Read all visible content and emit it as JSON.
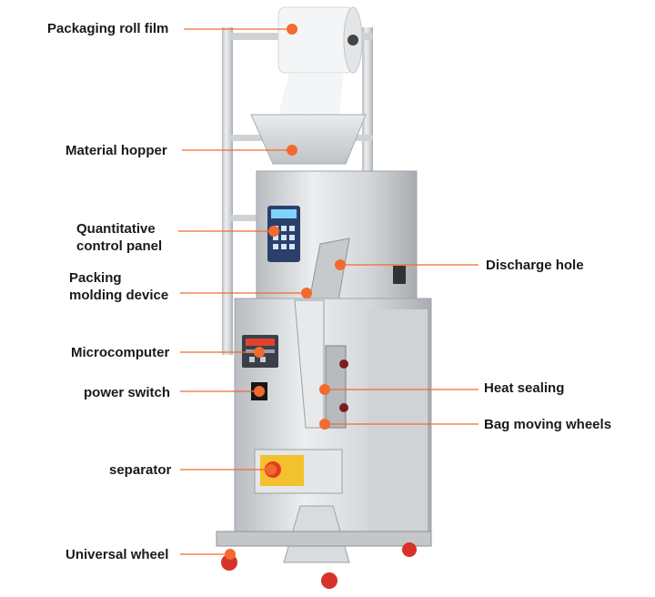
{
  "labels": {
    "roll_film": "Packaging roll film",
    "hopper": "Material hopper",
    "control_panel_line1": "Quantitative",
    "control_panel_line2": "control panel",
    "molding_line1": "Packing",
    "molding_line2": "molding device",
    "microcomputer": "Microcomputer",
    "power_switch": "power switch",
    "separator": "separator",
    "universal_wheel": "Universal wheel",
    "discharge_hole": "Discharge hole",
    "heat_sealing": "Heat sealing",
    "bag_wheels": "Bag moving wheels"
  },
  "colors": {
    "accent": "#F26A2E",
    "steel_light": "#E4E6E8",
    "steel_mid": "#C9CCCF",
    "steel_dark": "#9A9EA2",
    "caster": "#D6332A"
  }
}
